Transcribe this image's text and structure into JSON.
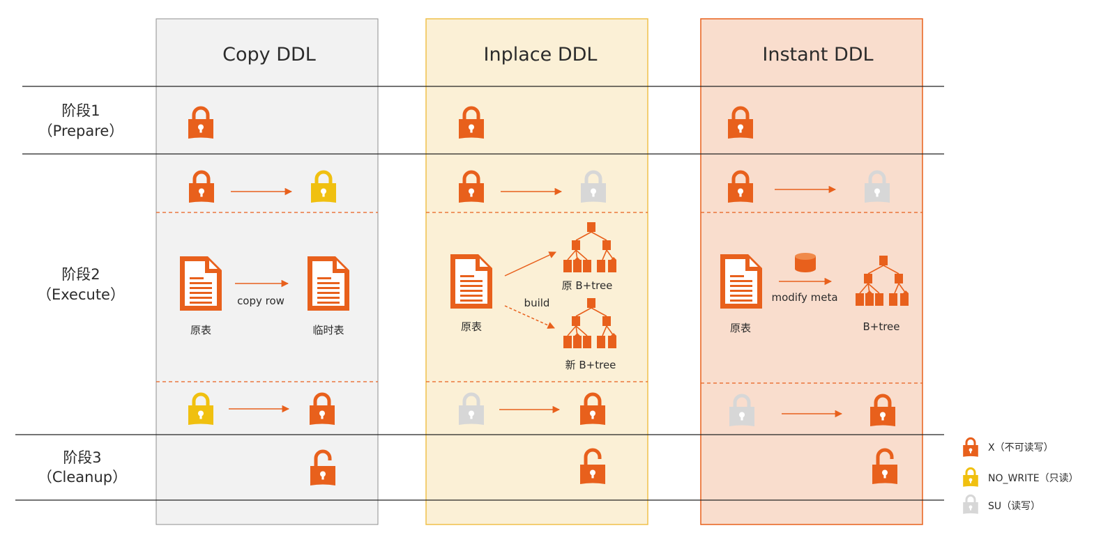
{
  "columns": [
    {
      "title": "Copy DDL"
    },
    {
      "title": "Inplace DDL"
    },
    {
      "title": "Instant DDL"
    }
  ],
  "stages": [
    {
      "name": "阶段1",
      "sub": "（Prepare）"
    },
    {
      "name": "阶段2",
      "sub": "（Execute）"
    },
    {
      "name": "阶段3",
      "sub": "（Cleanup）"
    }
  ],
  "copy": {
    "source": "原表",
    "action": "copy row",
    "target": "临时表"
  },
  "inplace": {
    "source": "原表",
    "action": "build",
    "tree_old": "原 B+tree",
    "tree_new": "新 B+tree"
  },
  "instant": {
    "source": "原表",
    "action": "modify meta",
    "tree": "B+tree"
  },
  "legend": [
    {
      "label": "X（不可读写）",
      "lock": "x"
    },
    {
      "label": "NO_WRITE（只读）",
      "lock": "no_write"
    },
    {
      "label": "SU（读写）",
      "lock": "su"
    }
  ],
  "colors": {
    "accent": "#E8601C",
    "x_lock": "#E8601C",
    "no_write_lock": "#F0C010",
    "su_lock": "#D7D7D7",
    "copy_bg": "#F2F2F2",
    "inplace_bg": "#FBF0D6",
    "instant_bg": "#F9DDCD"
  }
}
